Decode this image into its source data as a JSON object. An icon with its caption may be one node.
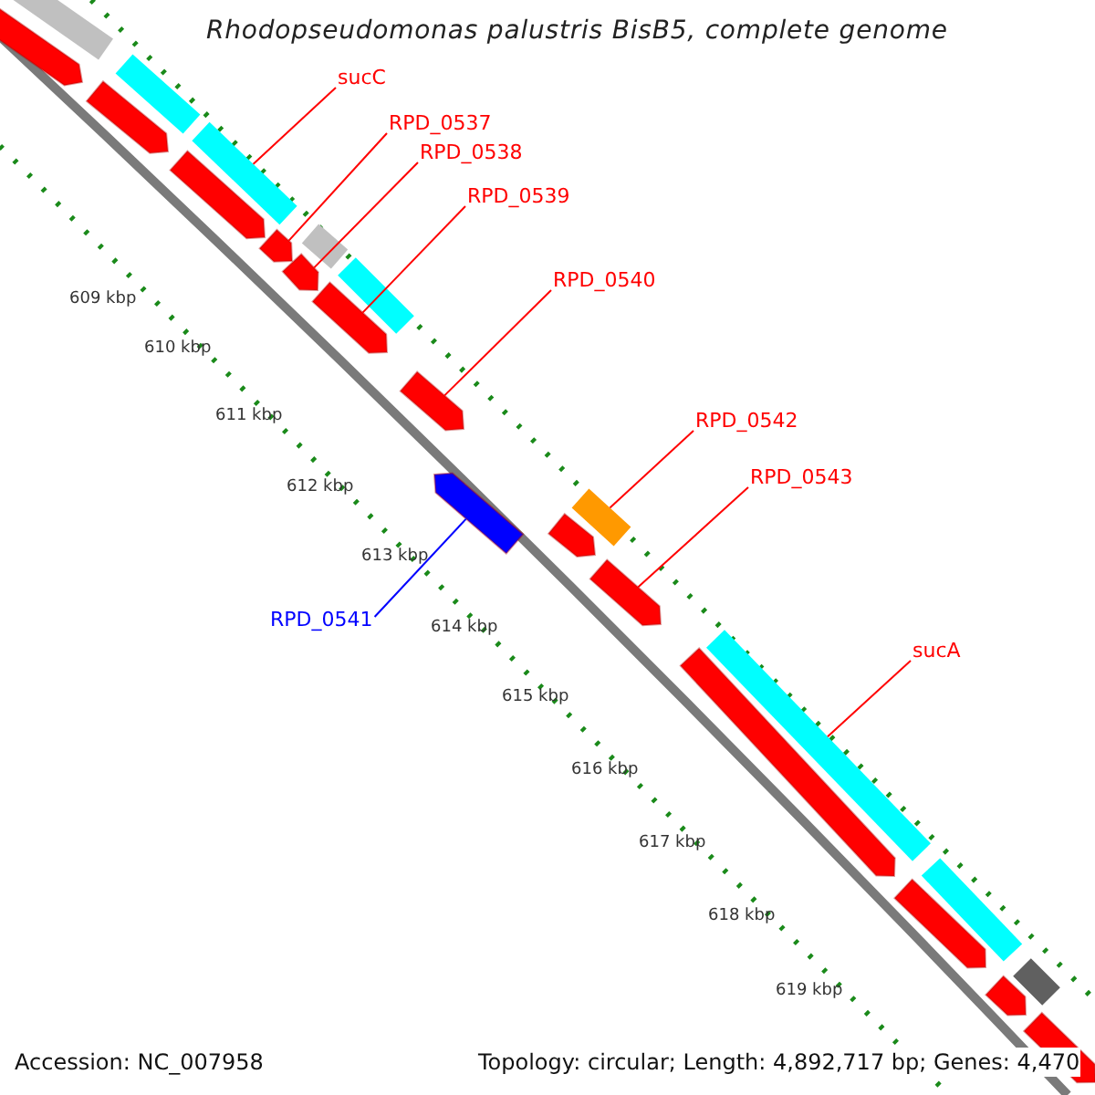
{
  "diagram": {
    "title": "Rhodopseudomonas palustris BisB5, complete genome",
    "nodes": [
      {
        "text": [
          "sucC"
        ]
      },
      {
        "text": [
          "RPD_0537"
        ]
      },
      {
        "text": [
          "RPD_0538"
        ]
      },
      {
        "text": [
          "RPD_0539"
        ]
      },
      {
        "text": [
          "RPD_0540"
        ]
      },
      {
        "text": [
          "RPD_0542"
        ]
      },
      {
        "text": [
          "RPD_0543"
        ]
      },
      {
        "text": [
          "RPD_0541"
        ]
      },
      {
        "text": [
          "sucA"
        ]
      },
      {
        "text": [],
        "shape": "bar"
      },
      {
        "text": [],
        "shape": "arrow"
      },
      {
        "text": [],
        "shape": "arrow"
      },
      {
        "text": [],
        "shape": "bar"
      },
      {
        "text": [],
        "shape": "bar"
      },
      {
        "text": [],
        "shape": "arrow"
      },
      {
        "text": [],
        "shape": "arrow"
      },
      {
        "text": [],
        "shape": "bar"
      },
      {
        "text": [],
        "shape": "arrow"
      },
      {
        "text": [],
        "shape": "arrow"
      },
      {
        "text": [],
        "shape": "bar"
      },
      {
        "text": [],
        "shape": "arrow"
      },
      {
        "text": [],
        "shape": "arrow"
      },
      {
        "text": [],
        "shape": "bar"
      },
      {
        "text": [],
        "shape": "arrow"
      },
      {
        "text": [],
        "shape": "arrow"
      },
      {
        "text": [],
        "shape": "arrow"
      },
      {
        "text": [],
        "shape": "bar"
      },
      {
        "text": [],
        "shape": "arrow"
      },
      {
        "text": [],
        "shape": "bar"
      },
      {
        "text": [],
        "shape": "arrow"
      },
      {
        "text": [],
        "shape": "bar"
      },
      {
        "text": [],
        "shape": "arrow"
      }
    ],
    "edges": [
      {
        "from": 0,
        "to": 13,
        "arrow": "none"
      },
      {
        "from": 1,
        "to": 15,
        "arrow": "none"
      },
      {
        "from": 2,
        "to": 17,
        "arrow": "none"
      },
      {
        "from": 3,
        "to": 18,
        "arrow": "none"
      },
      {
        "from": 4,
        "to": 20,
        "arrow": "none"
      },
      {
        "from": 5,
        "to": 22,
        "arrow": "none"
      },
      {
        "from": 6,
        "to": 24,
        "arrow": "none"
      },
      {
        "from": 7,
        "to": 21,
        "arrow": "none",
        "color": "#0000ff"
      },
      {
        "from": 8,
        "to": 26,
        "arrow": "none"
      }
    ],
    "labels": [
      "609 kbp",
      "610 kbp",
      "611 kbp",
      "612 kbp",
      "613 kbp",
      "614 kbp",
      "615 kbp",
      "616 kbp",
      "617 kbp",
      "618 kbp",
      "619 kbp",
      "Accession: NC_007958",
      "Topology: circular; Length: 4,892,717 bp; Genes: 4,470"
    ]
  }
}
